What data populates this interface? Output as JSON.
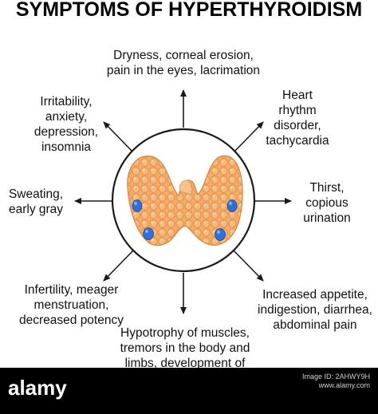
{
  "title": "SYMPTOMS OF HYPERTHYROIDISM",
  "labels": {
    "eyes": "Dryness, corneal erosion,\npain in the eyes, lacrimation",
    "heart": "Heart\nrhythm\ndisorder,\ntachycardia",
    "thirst": "Thirst,\ncopious\nurination",
    "appetite": "Increased appetite,\nindigestion, diarrhea,\nabdominal pain",
    "muscles": "Hypotrophy of muscles,\ntremors in the body and\nlimbs, development of\nosteoporosis",
    "infertility": "Infertility, meager\nmenstruation,\ndecreased potency",
    "sweating": "Sweating,\nearly gray",
    "irritability": "Irritability,\nanxiety,\ndepression,\ninsomnia"
  },
  "watermark": {
    "logo": "alamy",
    "image_id": "Image ID: 2AHWY9H\nwww.alamy.com"
  },
  "colors": {
    "gland_fill": "#f6ad6a",
    "gland_cell_stroke": "#e08a45",
    "parathyroid": "#2f6fd6",
    "circle_stroke": "#1a1a1a",
    "arrow": "#1a1a1a"
  }
}
